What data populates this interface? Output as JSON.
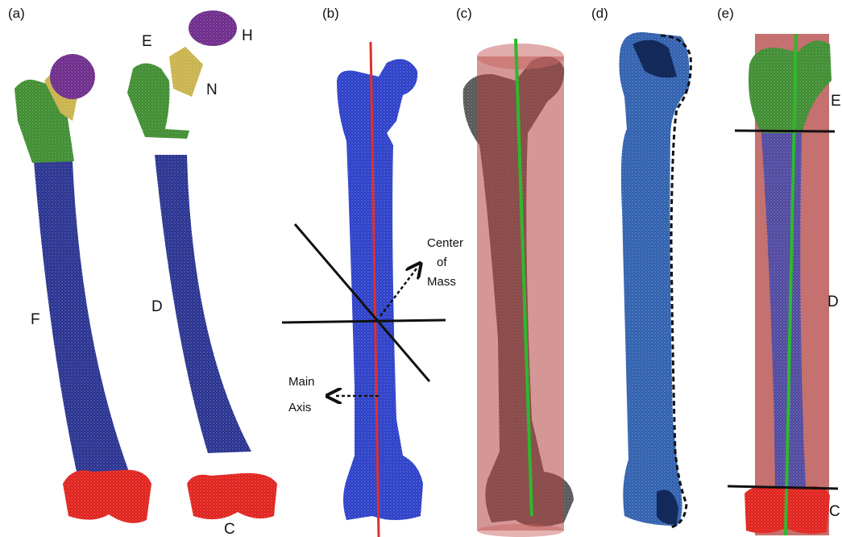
{
  "panels": [
    {
      "id": "a",
      "label": "(a)",
      "segments": [
        "F"
      ]
    },
    {
      "id": "a2",
      "label": "",
      "segments": [
        "E",
        "H",
        "N",
        "D",
        "C"
      ]
    },
    {
      "id": "b",
      "label": "(b)",
      "annotations": {
        "center": [
          "Center",
          "of",
          "Mass"
        ],
        "axis": [
          "Main",
          "Axis"
        ]
      }
    },
    {
      "id": "c",
      "label": "(c)"
    },
    {
      "id": "d",
      "label": "(d)"
    },
    {
      "id": "e",
      "label": "(e)",
      "segments": [
        "E",
        "D",
        "C"
      ]
    }
  ],
  "colors": {
    "shaft": "#27318f",
    "head": "#6c2a8a",
    "neck": "#c9b24a",
    "epiphysis": "#3d8c2f",
    "condyle": "#e0201b",
    "femur_b": "#2a3ec8",
    "axis_red": "#e0302a",
    "axis_green": "#2eb82e",
    "cylinder": "#b0413f",
    "bone_grey": "#555555"
  }
}
